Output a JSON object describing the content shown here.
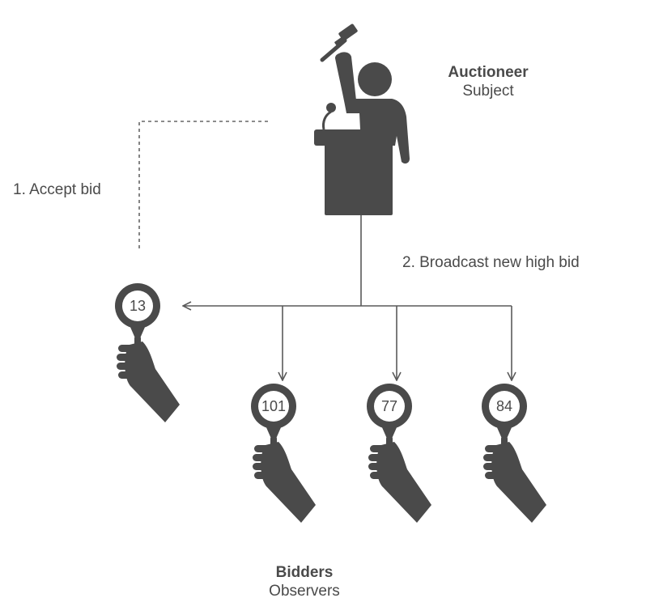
{
  "auctioneer": {
    "title": "Auctioneer",
    "subtitle": "Subject"
  },
  "bidders": {
    "title": "Bidders",
    "subtitle": "Observers"
  },
  "steps": {
    "accept": "1. Accept bid",
    "broadcast": "2. Broadcast new high bid"
  },
  "paddles": [
    {
      "number": "13"
    },
    {
      "number": "101"
    },
    {
      "number": "77"
    },
    {
      "number": "84"
    }
  ],
  "colors": {
    "icon": "#4a4a4a",
    "line": "#5a5a5a",
    "dashed": "#666666"
  }
}
